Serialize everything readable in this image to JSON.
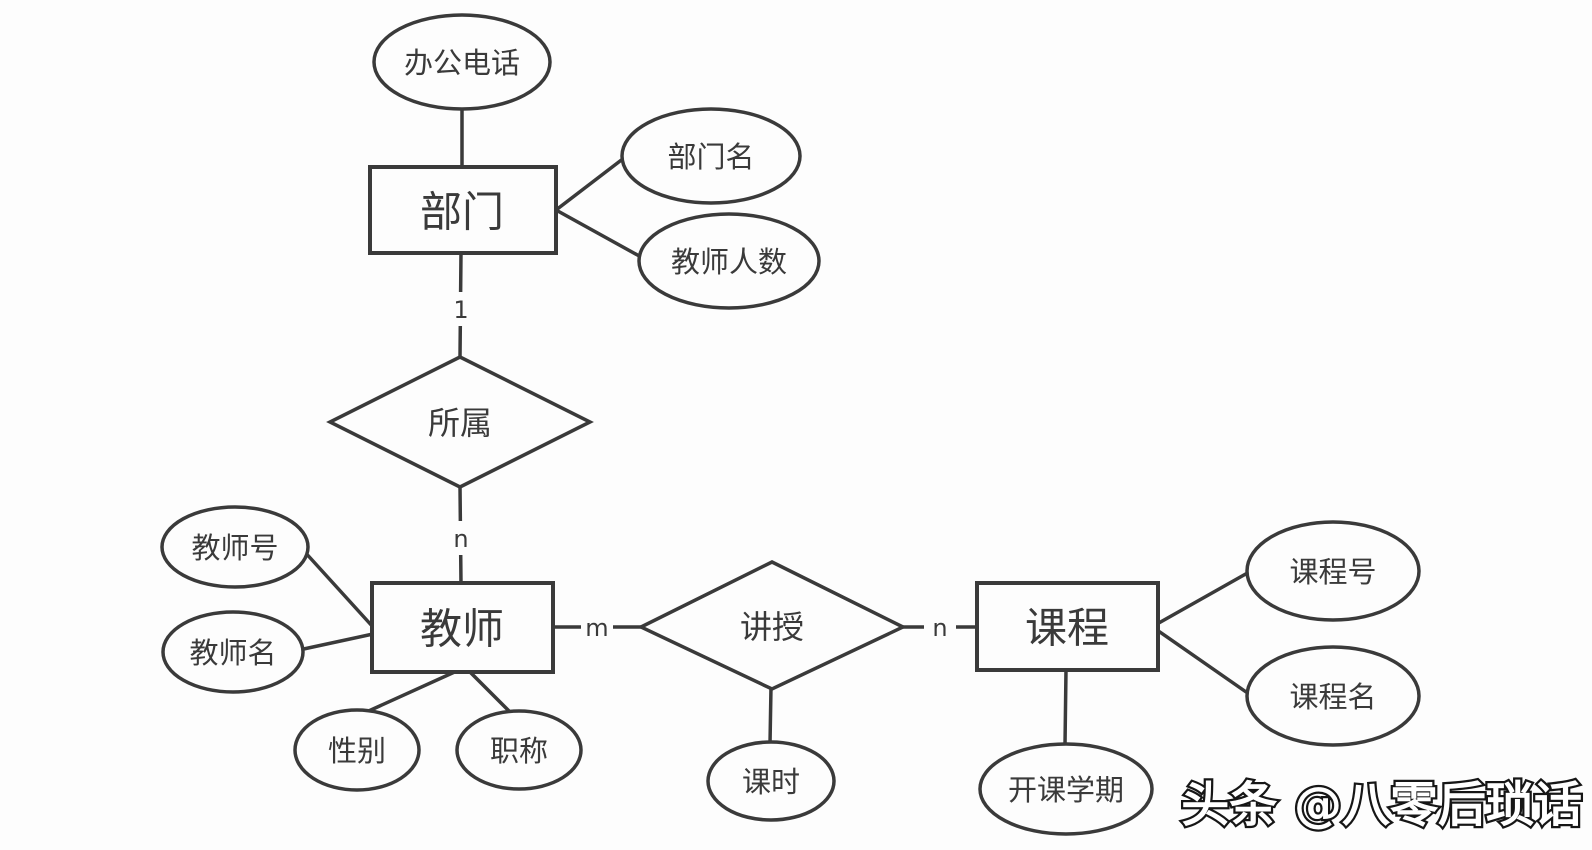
{
  "colors": {
    "background": "#fdfdfd",
    "line": "#3a3a3a",
    "text": "#3a3a3a",
    "watermark_fill": "#ffffff",
    "watermark_outline": "#161616"
  },
  "diagram": {
    "type": "er-diagram",
    "entities": [
      {
        "id": "department",
        "label": "部门"
      },
      {
        "id": "teacher",
        "label": "教师"
      },
      {
        "id": "course",
        "label": "课程"
      }
    ],
    "relationships": [
      {
        "id": "belongs-to",
        "label": "所属",
        "between": [
          "department",
          "teacher"
        ],
        "cardinality": "1:n"
      },
      {
        "id": "teaches",
        "label": "讲授",
        "between": [
          "teacher",
          "course"
        ],
        "cardinality": "m:n"
      }
    ],
    "attributes": [
      {
        "id": "office-phone",
        "of": "department",
        "label": "办公电话"
      },
      {
        "id": "dept-name",
        "of": "department",
        "label": "部门名"
      },
      {
        "id": "teacher-count",
        "of": "department",
        "label": "教师人数"
      },
      {
        "id": "teacher-id",
        "of": "teacher",
        "label": "教师号"
      },
      {
        "id": "teacher-name",
        "of": "teacher",
        "label": "教师名"
      },
      {
        "id": "gender",
        "of": "teacher",
        "label": "性别"
      },
      {
        "id": "title",
        "of": "teacher",
        "label": "职称"
      },
      {
        "id": "class-hours",
        "of": "teaches",
        "label": "课时"
      },
      {
        "id": "course-id",
        "of": "course",
        "label": "课程号"
      },
      {
        "id": "course-name",
        "of": "course",
        "label": "课程名"
      },
      {
        "id": "semester",
        "of": "course",
        "label": "开课学期"
      }
    ],
    "cardinality_labels": [
      {
        "id": "dept-side",
        "label": "1"
      },
      {
        "id": "teacher-side",
        "label": "n"
      },
      {
        "id": "teaches-left",
        "label": "m"
      },
      {
        "id": "teaches-right",
        "label": "n"
      }
    ]
  },
  "watermark": {
    "text": "头条 @八零后琐话"
  }
}
